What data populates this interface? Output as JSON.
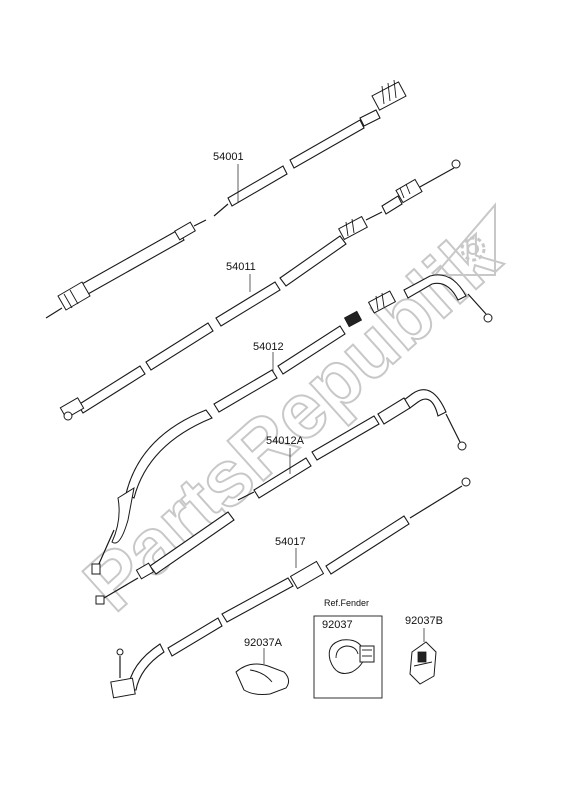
{
  "watermark": {
    "text": "PartsRepublik",
    "color": "#c8c8c8"
  },
  "parts": {
    "p54001": "54001",
    "p54011": "54011",
    "p54012": "54012",
    "p54012A": "54012A",
    "p54017": "54017",
    "p92037A": "92037A",
    "p92037": "92037",
    "p92037B": "92037B"
  },
  "ref_note": "Ref.Fender"
}
